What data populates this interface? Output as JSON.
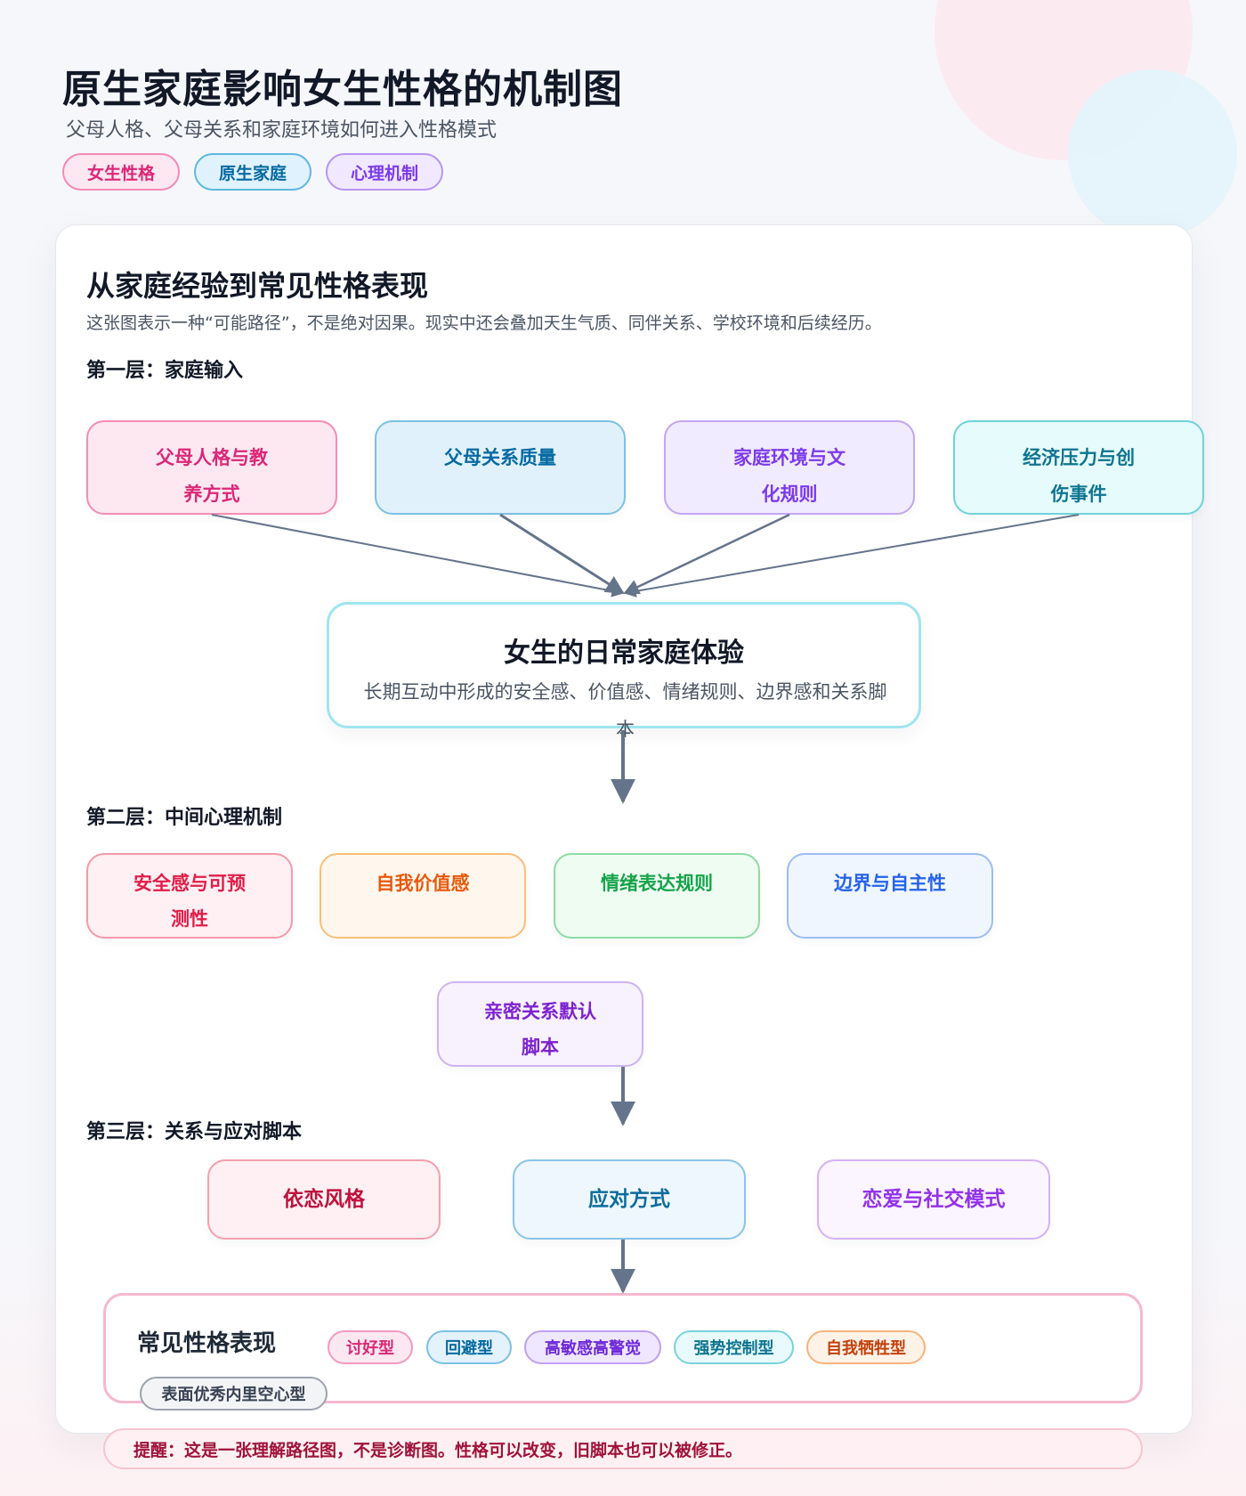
{
  "header": {
    "title": "原生家庭影响女生性格的机制图",
    "subtitle": "父母人格、父母关系和家庭环境如何进入性格模式",
    "tags": [
      "女生性格",
      "原生家庭",
      "心理机制"
    ]
  },
  "card": {
    "title": "从家庭经验到常见性格表现",
    "description": "这张图表示一种“可能路径”，不是绝对因果。现实中还会叠加天生气质、同伴关系、学校环境和后续经历。"
  },
  "layer1": {
    "title": "第一层：家庭输入",
    "boxes": [
      "父母人格与教养方式",
      "父母关系质量",
      "家庭环境与文化规则",
      "经济压力与创伤事件"
    ]
  },
  "center": {
    "title": "女生的日常家庭体验",
    "description": "长期互动中形成的安全感、价值感、情绪规则、边界感和关系脚本"
  },
  "layer2": {
    "title": "第二层：中间心理机制",
    "boxes": [
      "安全感与可预测性",
      "自我价值感",
      "情绪表达规则",
      "边界与自主性",
      "亲密关系默认脚本"
    ]
  },
  "layer3": {
    "title": "第三层：关系与应对脚本",
    "boxes": [
      "依恋风格",
      "应对方式",
      "恋爱与社交模式"
    ]
  },
  "result": {
    "title": "常见性格表现",
    "chips": [
      "讨好型",
      "回避型",
      "高敏感高警觉",
      "强势控制型",
      "自我牺牲型",
      "表面优秀内里空心型"
    ]
  },
  "reminder": "提醒：这是一张理解路径图，不是诊断图。性格可以改变，旧脚本也可以被修正。",
  "colors": {
    "accent_pink": "#db2777",
    "accent_blue": "#0369a1",
    "accent_purple": "#7c3aed",
    "arrow": "#64748b"
  }
}
